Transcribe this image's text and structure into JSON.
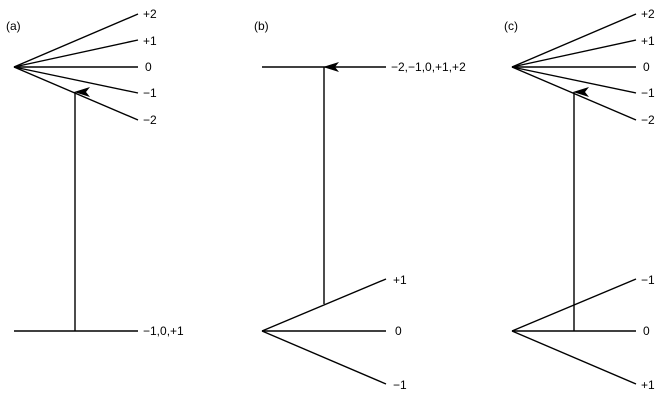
{
  "diagram": {
    "line_color": "#000000",
    "background": "#ffffff",
    "panels": [
      {
        "label": "(a)",
        "upper_levels": [
          "+2",
          "+1",
          "0",
          "−1",
          "−2"
        ],
        "lower_levels": [
          "−1,0,+1"
        ]
      },
      {
        "label": "(b)",
        "upper_levels": [
          "−2,−1,0,+1,+2"
        ],
        "lower_levels": [
          "+1",
          "0",
          "−1"
        ]
      },
      {
        "label": "(c)",
        "upper_levels": [
          "+2",
          "+1",
          "0",
          "−1",
          "−2"
        ],
        "lower_levels": [
          "−1",
          "0",
          "+1"
        ]
      }
    ]
  }
}
